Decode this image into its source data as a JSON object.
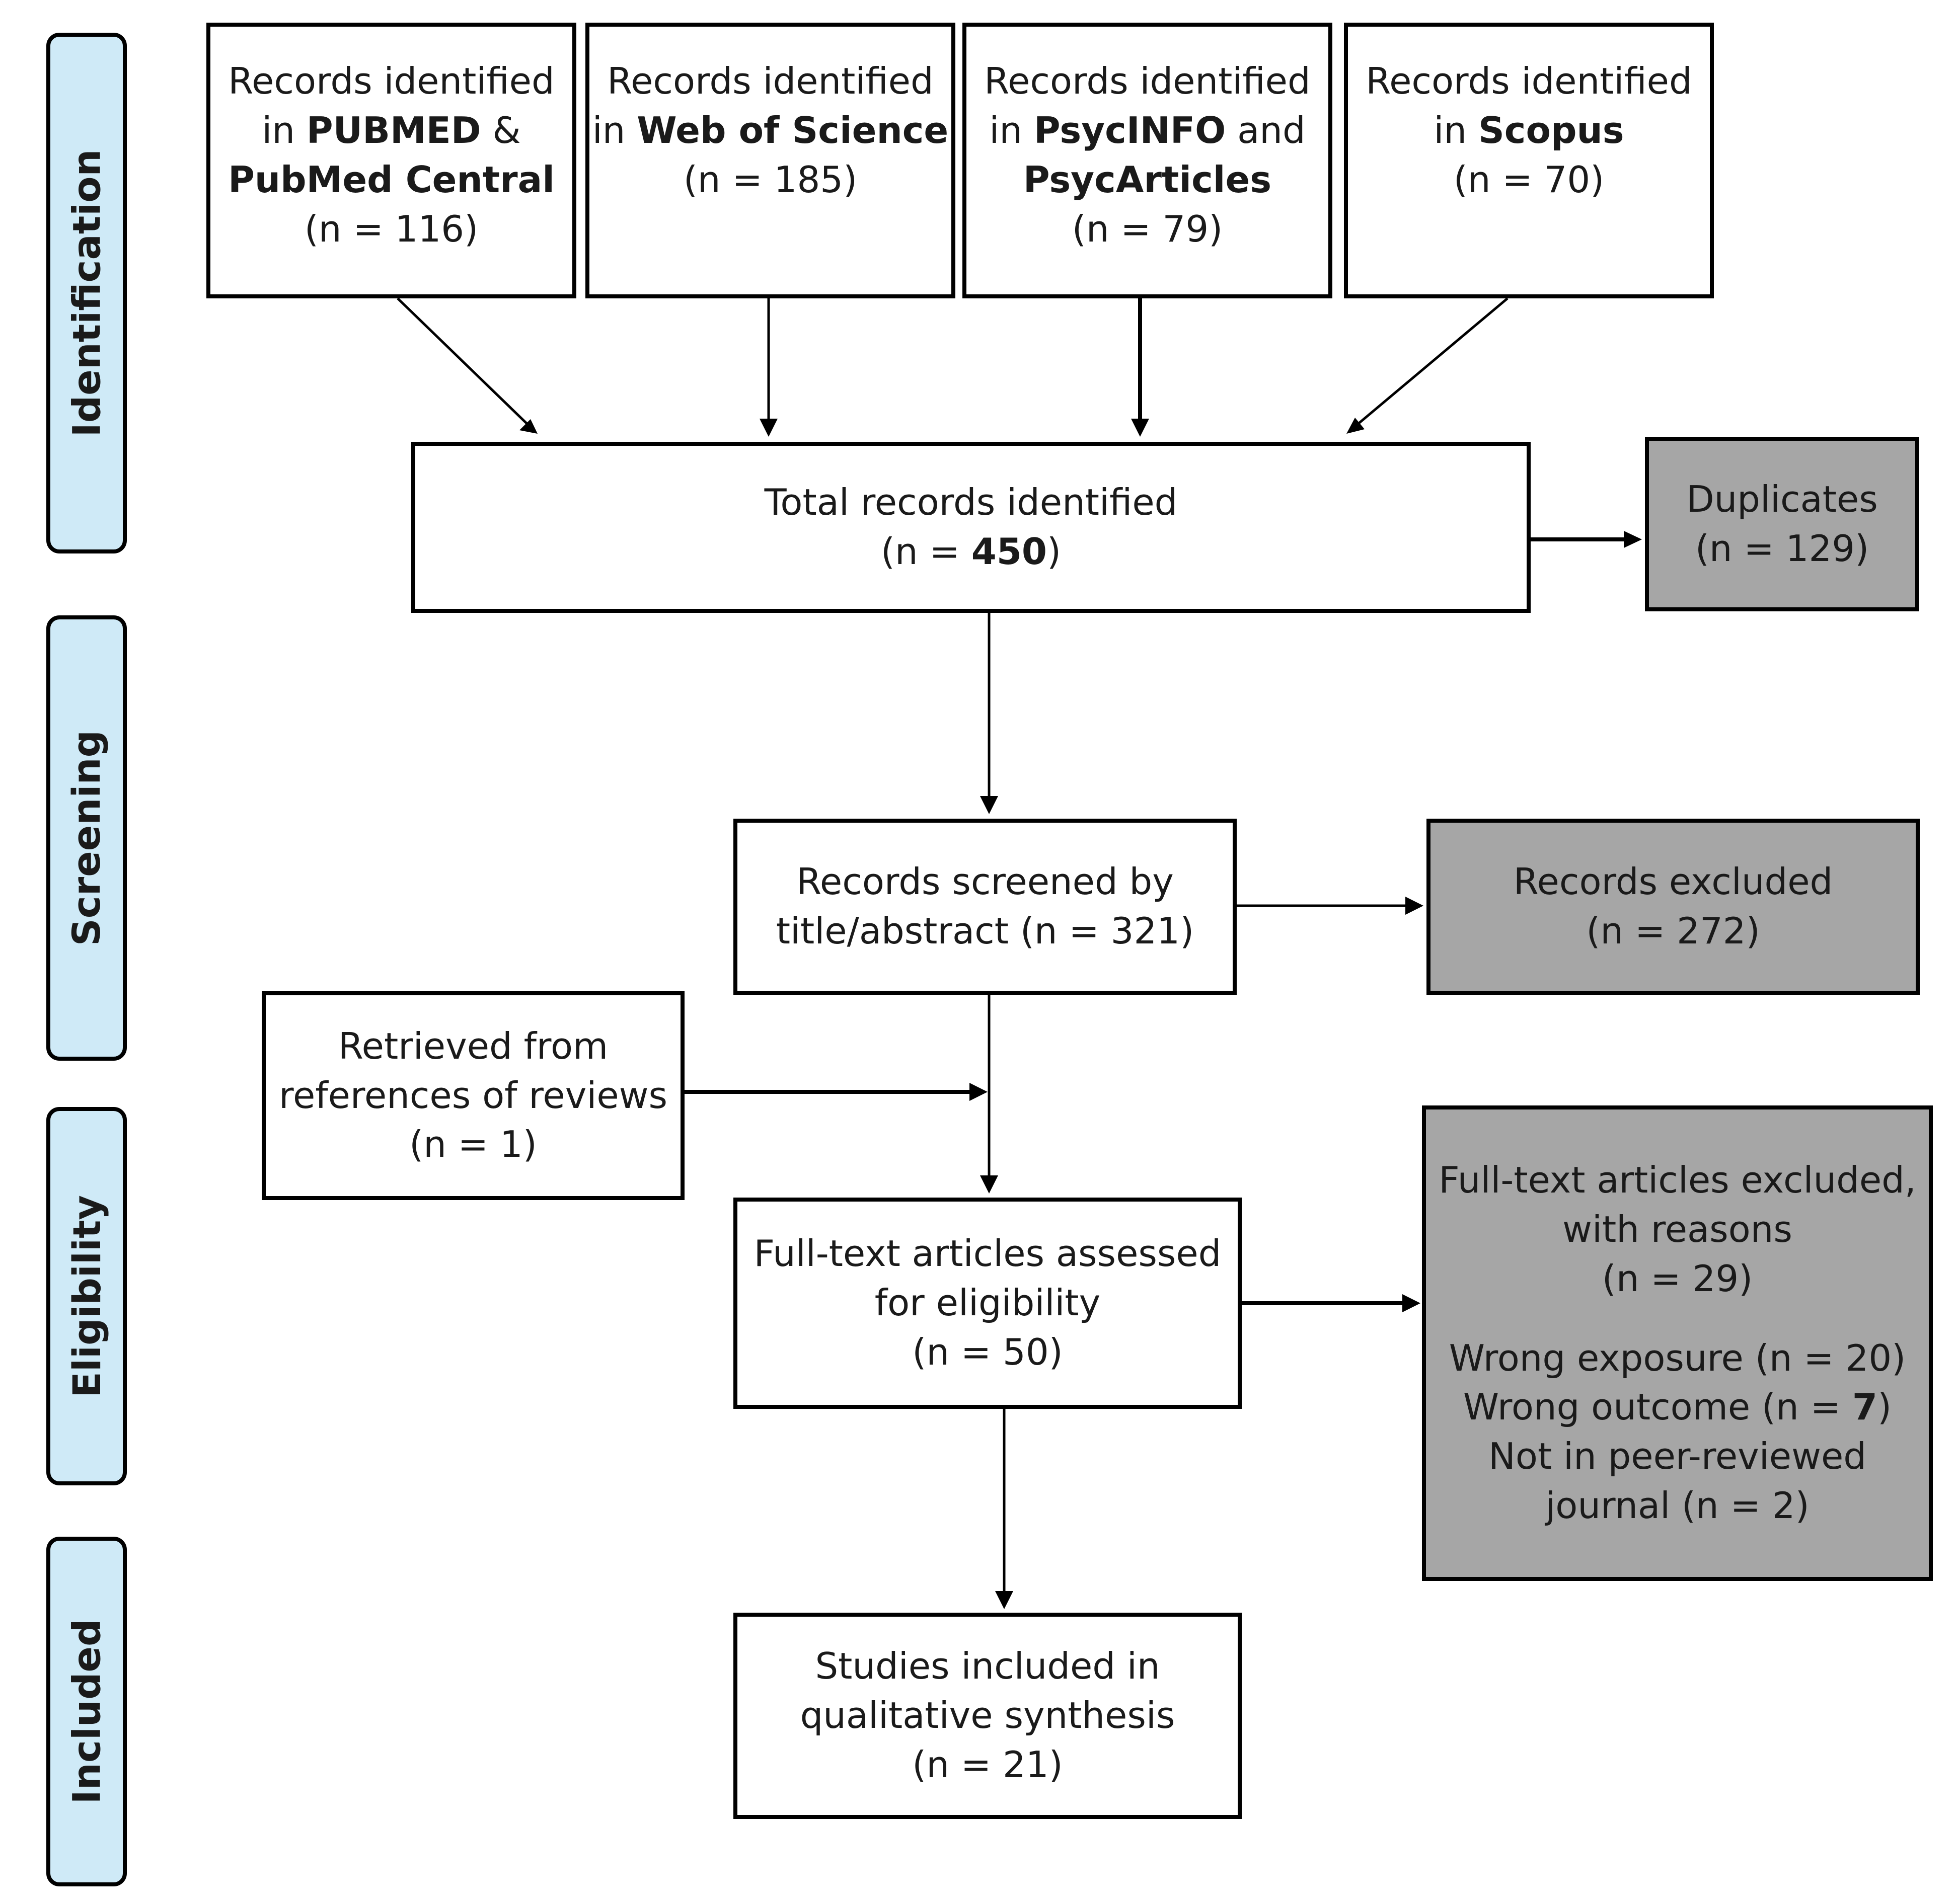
{
  "phases": {
    "identification": "Identification",
    "screening": "Screening",
    "eligibility": "Eligibility",
    "included": "Included"
  },
  "sources": {
    "pubmed": {
      "prefix": "Records identified",
      "in": "in ",
      "name1": "PUBMED",
      "amp": " &",
      "name2": "PubMed Central",
      "n": "(n = 116)"
    },
    "wos": {
      "prefix": "Records identified",
      "in": "in ",
      "name": "Web of Science",
      "n": "(n = 185)"
    },
    "psyc": {
      "prefix": "Records identified",
      "in": "in ",
      "name1": "PsycINFO",
      "and": " and",
      "name2": "PsycArticles",
      "n": "(n = 79)"
    },
    "scopus": {
      "prefix": "Records identified",
      "in": "in ",
      "name": "Scopus",
      "n": "(n = 70)"
    }
  },
  "total": {
    "label": "Total records identified",
    "n_prefix": "(n = ",
    "n_value": "450",
    "n_suffix": ")"
  },
  "duplicates": {
    "label": "Duplicates",
    "n": "(n = 129)"
  },
  "screened": {
    "line1": "Records screened  by",
    "line2": "title/abstract (n = 321)"
  },
  "excluded": {
    "label": "Records excluded",
    "n": "(n = 272)"
  },
  "retrieved": {
    "line1": "Retrieved from",
    "line2": "references of reviews",
    "n": "(n = 1)"
  },
  "fulltext": {
    "line1": "Full-text articles assessed",
    "line2": "for eligibility",
    "n": "(n = 50)"
  },
  "fulltext_excluded": {
    "line1": "Full-text articles excluded,",
    "line2": "with reasons",
    "n": "(n = 29)",
    "reason1": "Wrong exposure (n = 20)",
    "reason2_text": "Wrong outcome (n = ",
    "reason2_value": "7",
    "reason2_close": ")",
    "reason3_line1": "Not in peer-reviewed",
    "reason3_line2": "journal (n = 2)"
  },
  "included": {
    "line1": "Studies included in",
    "line2": "qualitative synthesis",
    "n": "(n = 21)"
  }
}
